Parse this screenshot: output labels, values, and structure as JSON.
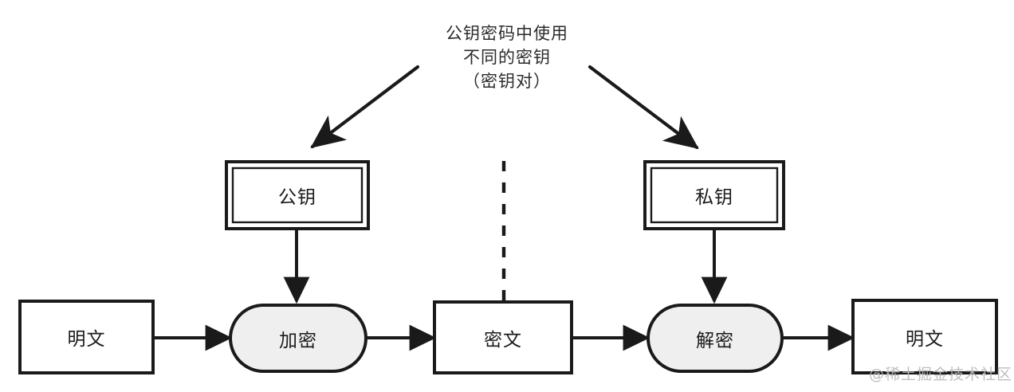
{
  "diagram": {
    "title_annotation": {
      "lines": [
        "公钥密码中使用",
        "不同的密钥",
        "（密钥对）"
      ],
      "line1": "公钥密码中使用",
      "line2": "不同的密钥",
      "line3": "（密钥对）"
    },
    "nodes": {
      "public_key": "公钥",
      "private_key": "私钥",
      "plaintext_left": "明文",
      "encrypt": "加密",
      "ciphertext": "密文",
      "decrypt": "解密",
      "plaintext_right": "明文"
    },
    "colors": {
      "stroke": "#1a1a1a",
      "background": "#ffffff",
      "process_fill": "#efefef",
      "watermark": "#b9b9b9"
    }
  },
  "watermark": {
    "text": "@稀土掘金技术社区"
  }
}
